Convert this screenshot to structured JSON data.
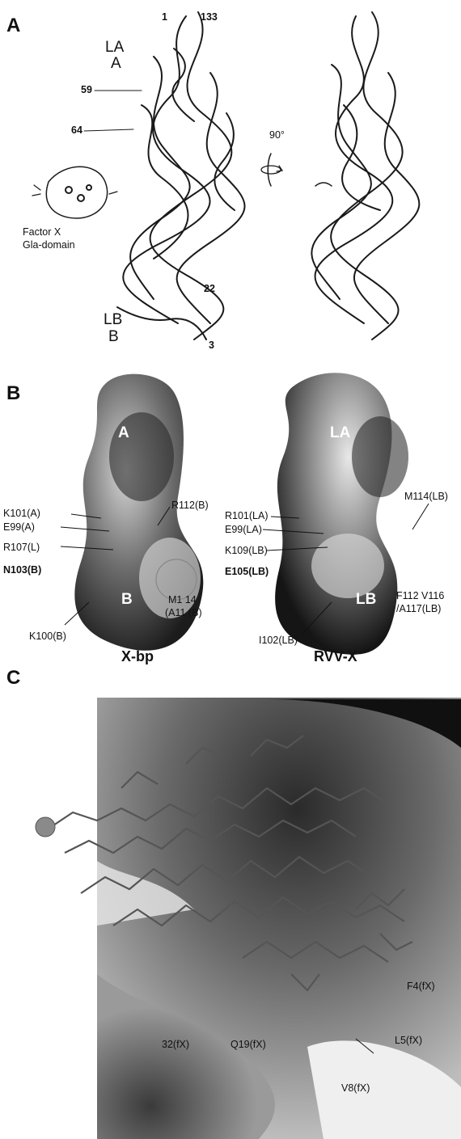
{
  "panel_a": {
    "label": "A",
    "la": "LA",
    "a": "A",
    "lb": "LB",
    "b": "B",
    "num_1": "1",
    "num_133": "133",
    "num_59": "59",
    "num_64": "64",
    "num_22": "22",
    "num_3": "3",
    "rotation": "90°",
    "factor_x_line1": "Factor X",
    "factor_x_line2": "Gla-domain"
  },
  "panel_b": {
    "label": "B",
    "left": {
      "caption": "X-bp",
      "region_a": "A",
      "region_b": "B",
      "k101": "K101(A)",
      "e99": "E99(A)",
      "r107": "R107(L)",
      "n103": "N103(B)",
      "k100": "K100(B)",
      "r112": "R112(B)",
      "m114": "M1  14",
      "a114": "(A11  (B)"
    },
    "right": {
      "caption": "RVV-X",
      "region_la": "LA",
      "region_lb": "LB",
      "m114": "M114(LB)",
      "r101": "R101(LA)",
      "e99": "E99(LA)",
      "k109": "K109(LB)",
      "e105": "E105(LB)",
      "f112": "F112  V116",
      "a117": "/A117(LB)",
      "i102": "I102(LB)"
    }
  },
  "panel_c": {
    "label": "C",
    "f4": "F4(fX)",
    "l5": "L5(fX)",
    "v8": "V8(fX)",
    "q19": "Q19(fX)",
    "r32": "32(fX)"
  }
}
